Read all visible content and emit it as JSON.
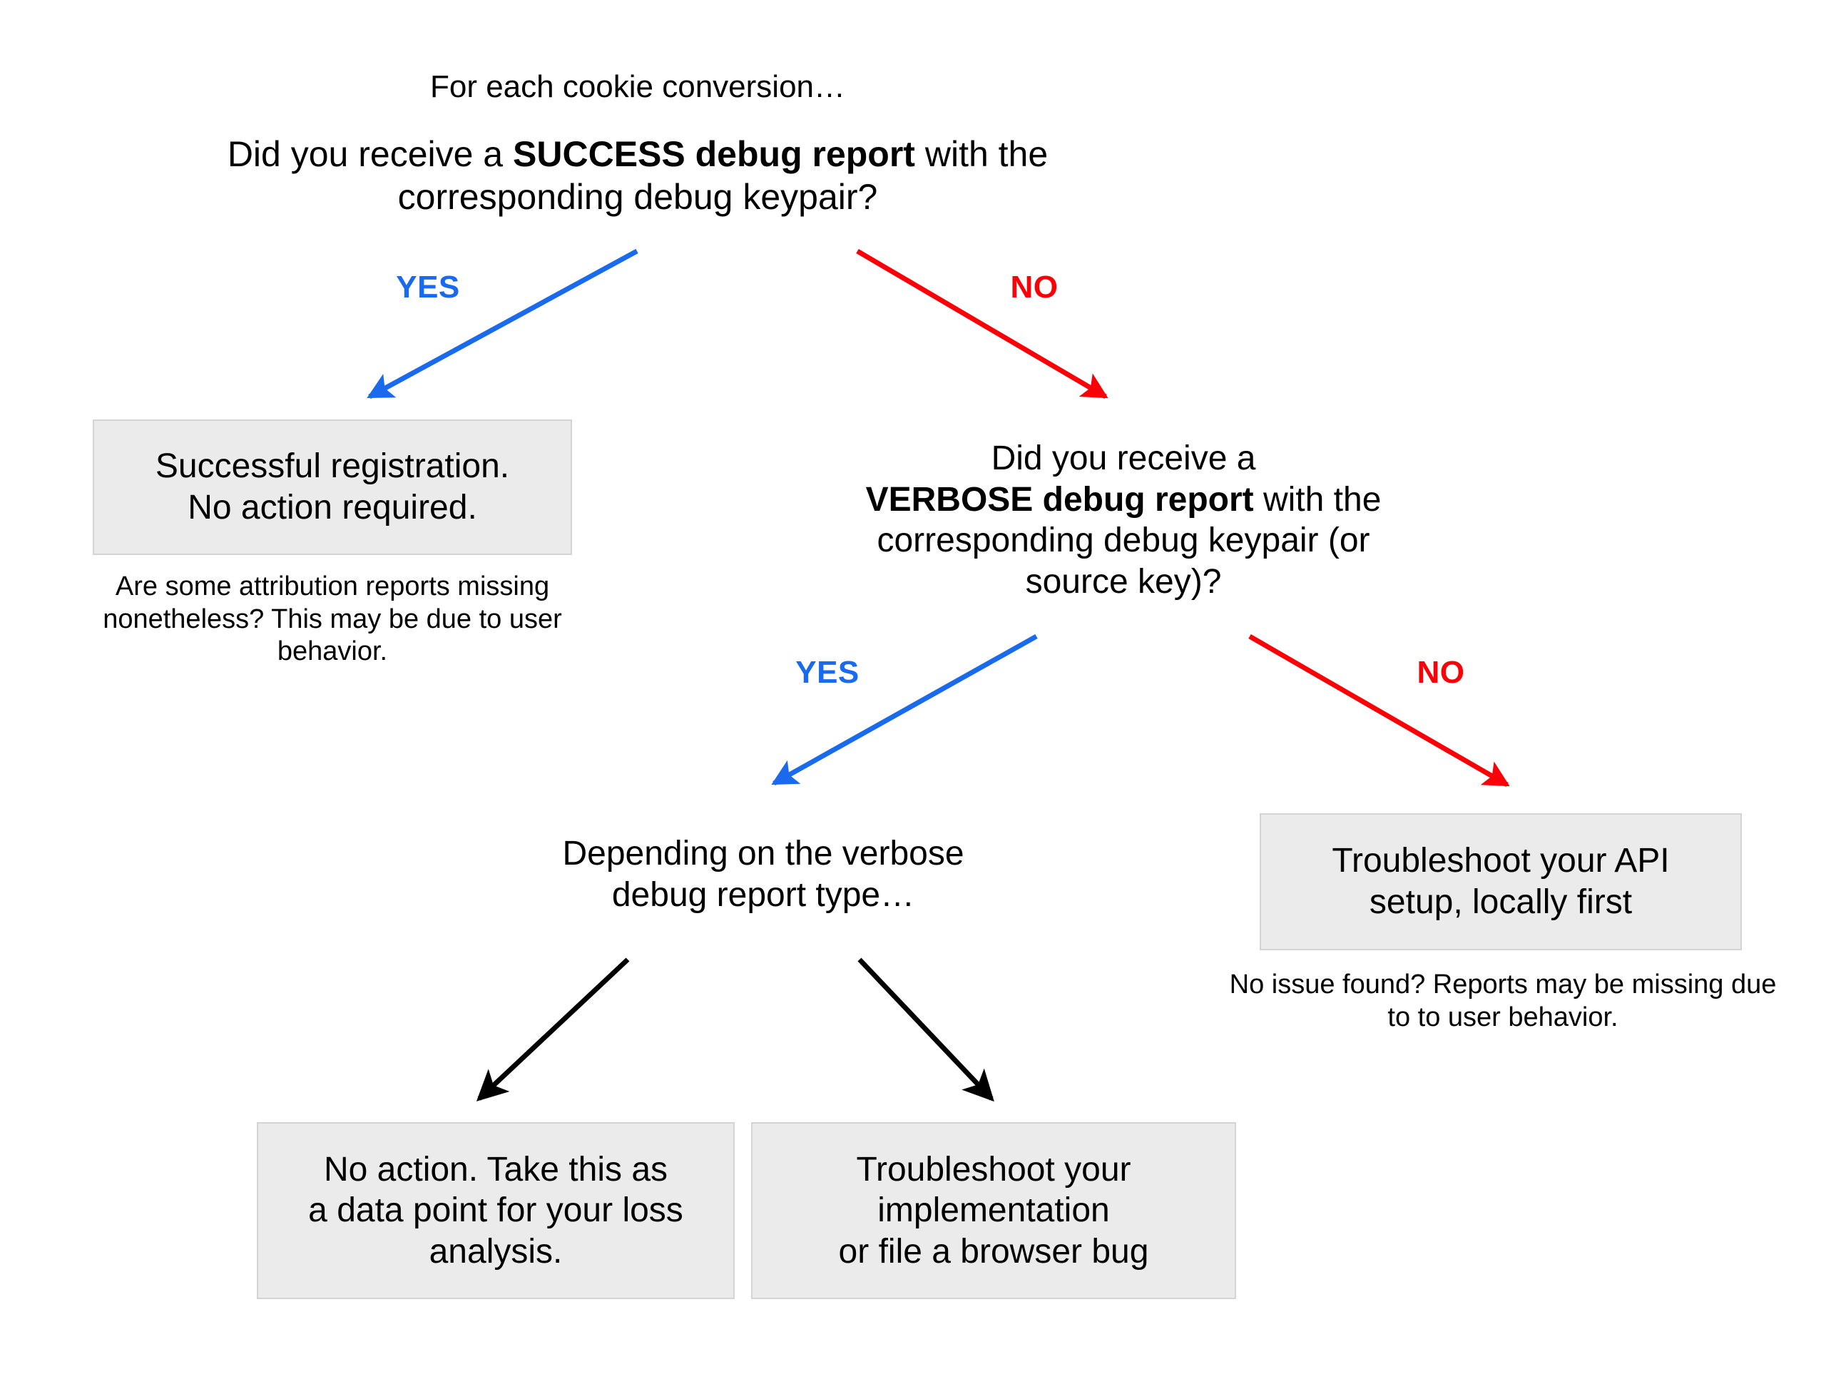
{
  "diagram": {
    "title": "Cookie conversion debug report decision flow",
    "background_color": "#ffffff",
    "box_fill_color": "#ebebeb",
    "box_border_color": "#d4d4d4",
    "yes_color": "#1a6aee",
    "no_color": "#fb0007",
    "neutral_arrow_color": "#000000"
  },
  "nodes": {
    "intro": "For each cookie conversion…",
    "question_1": {
      "part_1": "Did you receive a ",
      "emphasis": "SUCCESS debug report",
      "part_2": " with the corresponding debug keypair?"
    },
    "box_success": "Successful registration.\nNo action required.",
    "caption_success": "Are some attribution reports missing nonetheless? This may be due to user behavior.",
    "question_2": {
      "part_1": "Did you receive a\n",
      "emphasis": "VERBOSE debug report",
      "part_2": " with the corresponding debug keypair (or source key)?"
    },
    "verbose_type": "Depending on the verbose\ndebug report type…",
    "box_api": "Troubleshoot your API\nsetup, locally first",
    "caption_api": "No issue found? Reports may be missing due to to user behavior.",
    "box_no_action": "No action. Take this as\na data point for your loss\nanalysis.",
    "box_troubleshoot": "Troubleshoot your\nimplementation\nor file a browser bug"
  },
  "edges": {
    "yes_1": "YES",
    "no_1": "NO",
    "yes_2": "YES",
    "no_2": "NO"
  }
}
